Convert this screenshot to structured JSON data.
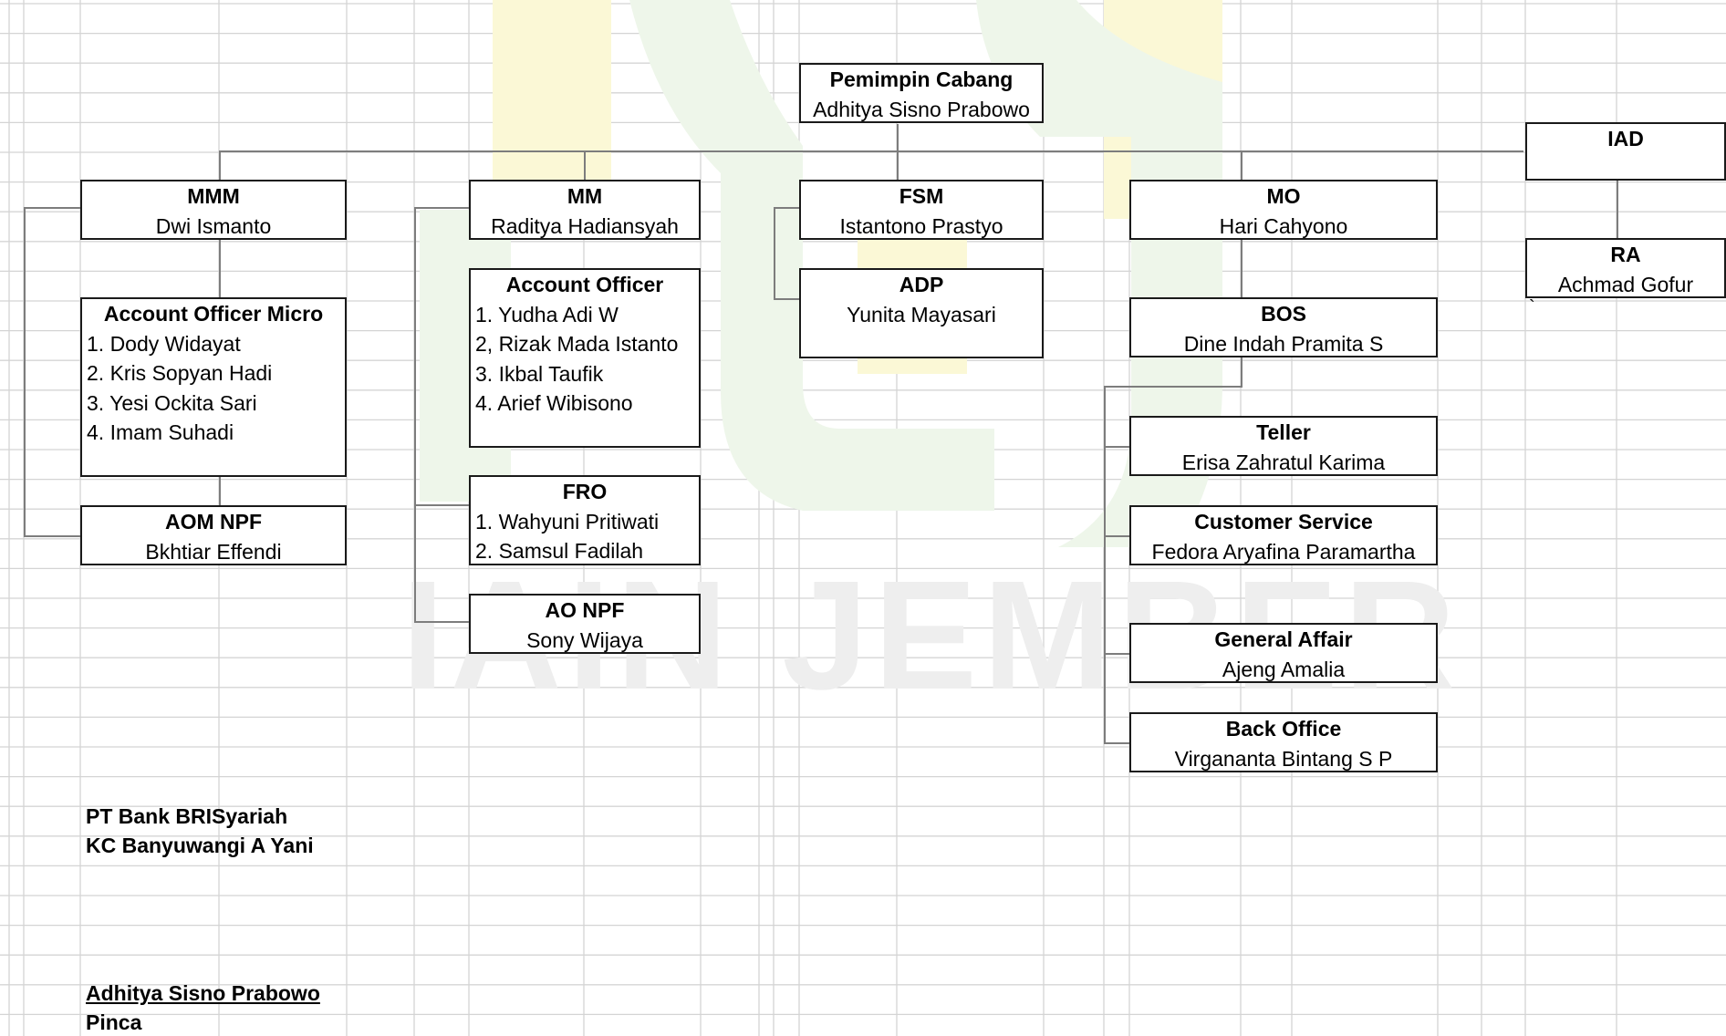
{
  "org": {
    "head": {
      "title": "Pemimpin Cabang",
      "name": "Adhitya Sisno Prabowo"
    },
    "iad": {
      "title": "IAD"
    },
    "ra": {
      "title": "RA",
      "name": "Achmad Gofur"
    },
    "mmm": {
      "title": "MMM",
      "name": "Dwi Ismanto"
    },
    "aom": {
      "title": "Account Officer Micro",
      "items": [
        "1. Dody Widayat",
        "2. Kris Sopyan Hadi",
        "3. Yesi Ockita Sari",
        "4. Imam Suhadi"
      ]
    },
    "aom_npf": {
      "title": "AOM NPF",
      "name": "Bkhtiar Effendi"
    },
    "mm": {
      "title": "MM",
      "name": "Raditya Hadiansyah"
    },
    "ao": {
      "title": "Account Officer",
      "items": [
        "1. Yudha Adi W",
        "2, Rizak Mada Istanto",
        "3. Ikbal Taufik",
        "4. Arief Wibisono"
      ]
    },
    "fro": {
      "title": "FRO",
      "items": [
        "1. Wahyuni Pritiwati",
        "2.  Samsul Fadilah"
      ]
    },
    "ao_npf": {
      "title": "AO NPF",
      "name": "Sony Wijaya"
    },
    "fsm": {
      "title": "FSM",
      "name": "Istantono Prastyo"
    },
    "adp": {
      "title": "ADP",
      "name": "Yunita Mayasari"
    },
    "mo": {
      "title": "MO",
      "name": "Hari Cahyono"
    },
    "bos": {
      "title": "BOS",
      "name": "Dine Indah Pramita S"
    },
    "teller": {
      "title": "Teller",
      "name": "Erisa Zahratul Karima"
    },
    "cs": {
      "title": "Customer Service",
      "name": "Fedora Aryafina Paramartha"
    },
    "ga": {
      "title": "General Affair",
      "name": "Ajeng Amalia"
    },
    "bo": {
      "title": "Back Office",
      "name": "Virgananta Bintang S P"
    }
  },
  "stray_mark": "`",
  "footer": {
    "company": "PT Bank BRISyariah",
    "branch": "KC Banyuwangi A Yani",
    "signer": "Adhitya Sisno Prabowo",
    "role": "Pinca"
  },
  "watermark": {
    "text": "IAIN JEMBER",
    "color": "#eeeeee",
    "logo_color": "#fbf8d6",
    "logo_green": "#eef6ea"
  },
  "colors": {
    "gridline": "#d4d4d4",
    "border": "#1a1a1a",
    "connector": "#7d7d7d"
  }
}
